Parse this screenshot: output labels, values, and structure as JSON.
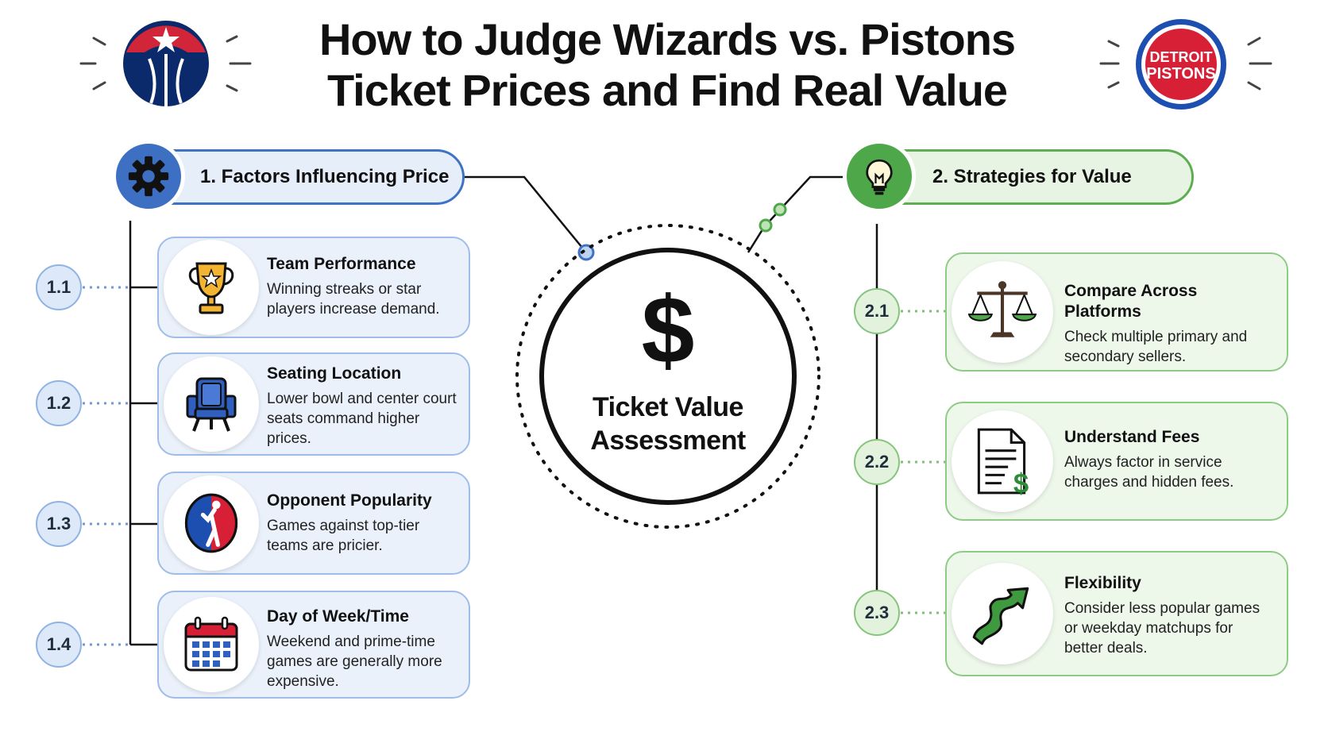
{
  "title": {
    "line1": "How to Judge Wizards vs. Pistons",
    "line2": "Ticket Prices and Find Real Value"
  },
  "logos": {
    "left": {
      "name": "wizards-logo"
    },
    "right": {
      "name": "pistons-logo",
      "line1": "DETROIT",
      "line2": "PISTONS"
    }
  },
  "center": {
    "symbol": "$",
    "label_line1": "Ticket Value",
    "label_line2": "Assessment"
  },
  "sections": [
    {
      "title": "1. Factors Influencing Price",
      "icon": "gear-icon",
      "color": "#3d6fc2",
      "items": [
        {
          "number": "1.1",
          "title": "Team Performance",
          "desc": "Winning streaks or star players increase demand.",
          "icon": "trophy-icon"
        },
        {
          "number": "1.2",
          "title": "Seating Location",
          "desc": "Lower bowl and center court seats command higher prices.",
          "icon": "seat-icon"
        },
        {
          "number": "1.3",
          "title": "Opponent Popularity",
          "desc": "Games against top-tier teams are pricier.",
          "icon": "league-logo-icon"
        },
        {
          "number": "1.4",
          "title": "Day of Week/Time",
          "desc": "Weekend and prime-time games are generally more expensive.",
          "icon": "calendar-icon"
        }
      ]
    },
    {
      "title": "2. Strategies for Value",
      "icon": "lightbulb-icon",
      "color": "#4ea84a",
      "items": [
        {
          "number": "2.1",
          "title": "Compare Across Platforms",
          "desc": "Check multiple primary and secondary sellers.",
          "icon": "scale-icon"
        },
        {
          "number": "2.2",
          "title": "Understand Fees",
          "desc": "Always factor in service charges and hidden fees.",
          "icon": "fee-document-icon"
        },
        {
          "number": "2.3",
          "title": "Flexibility",
          "desc": "Consider less popular games or weekday matchups for better deals.",
          "icon": "curved-arrow-icon"
        }
      ]
    }
  ]
}
